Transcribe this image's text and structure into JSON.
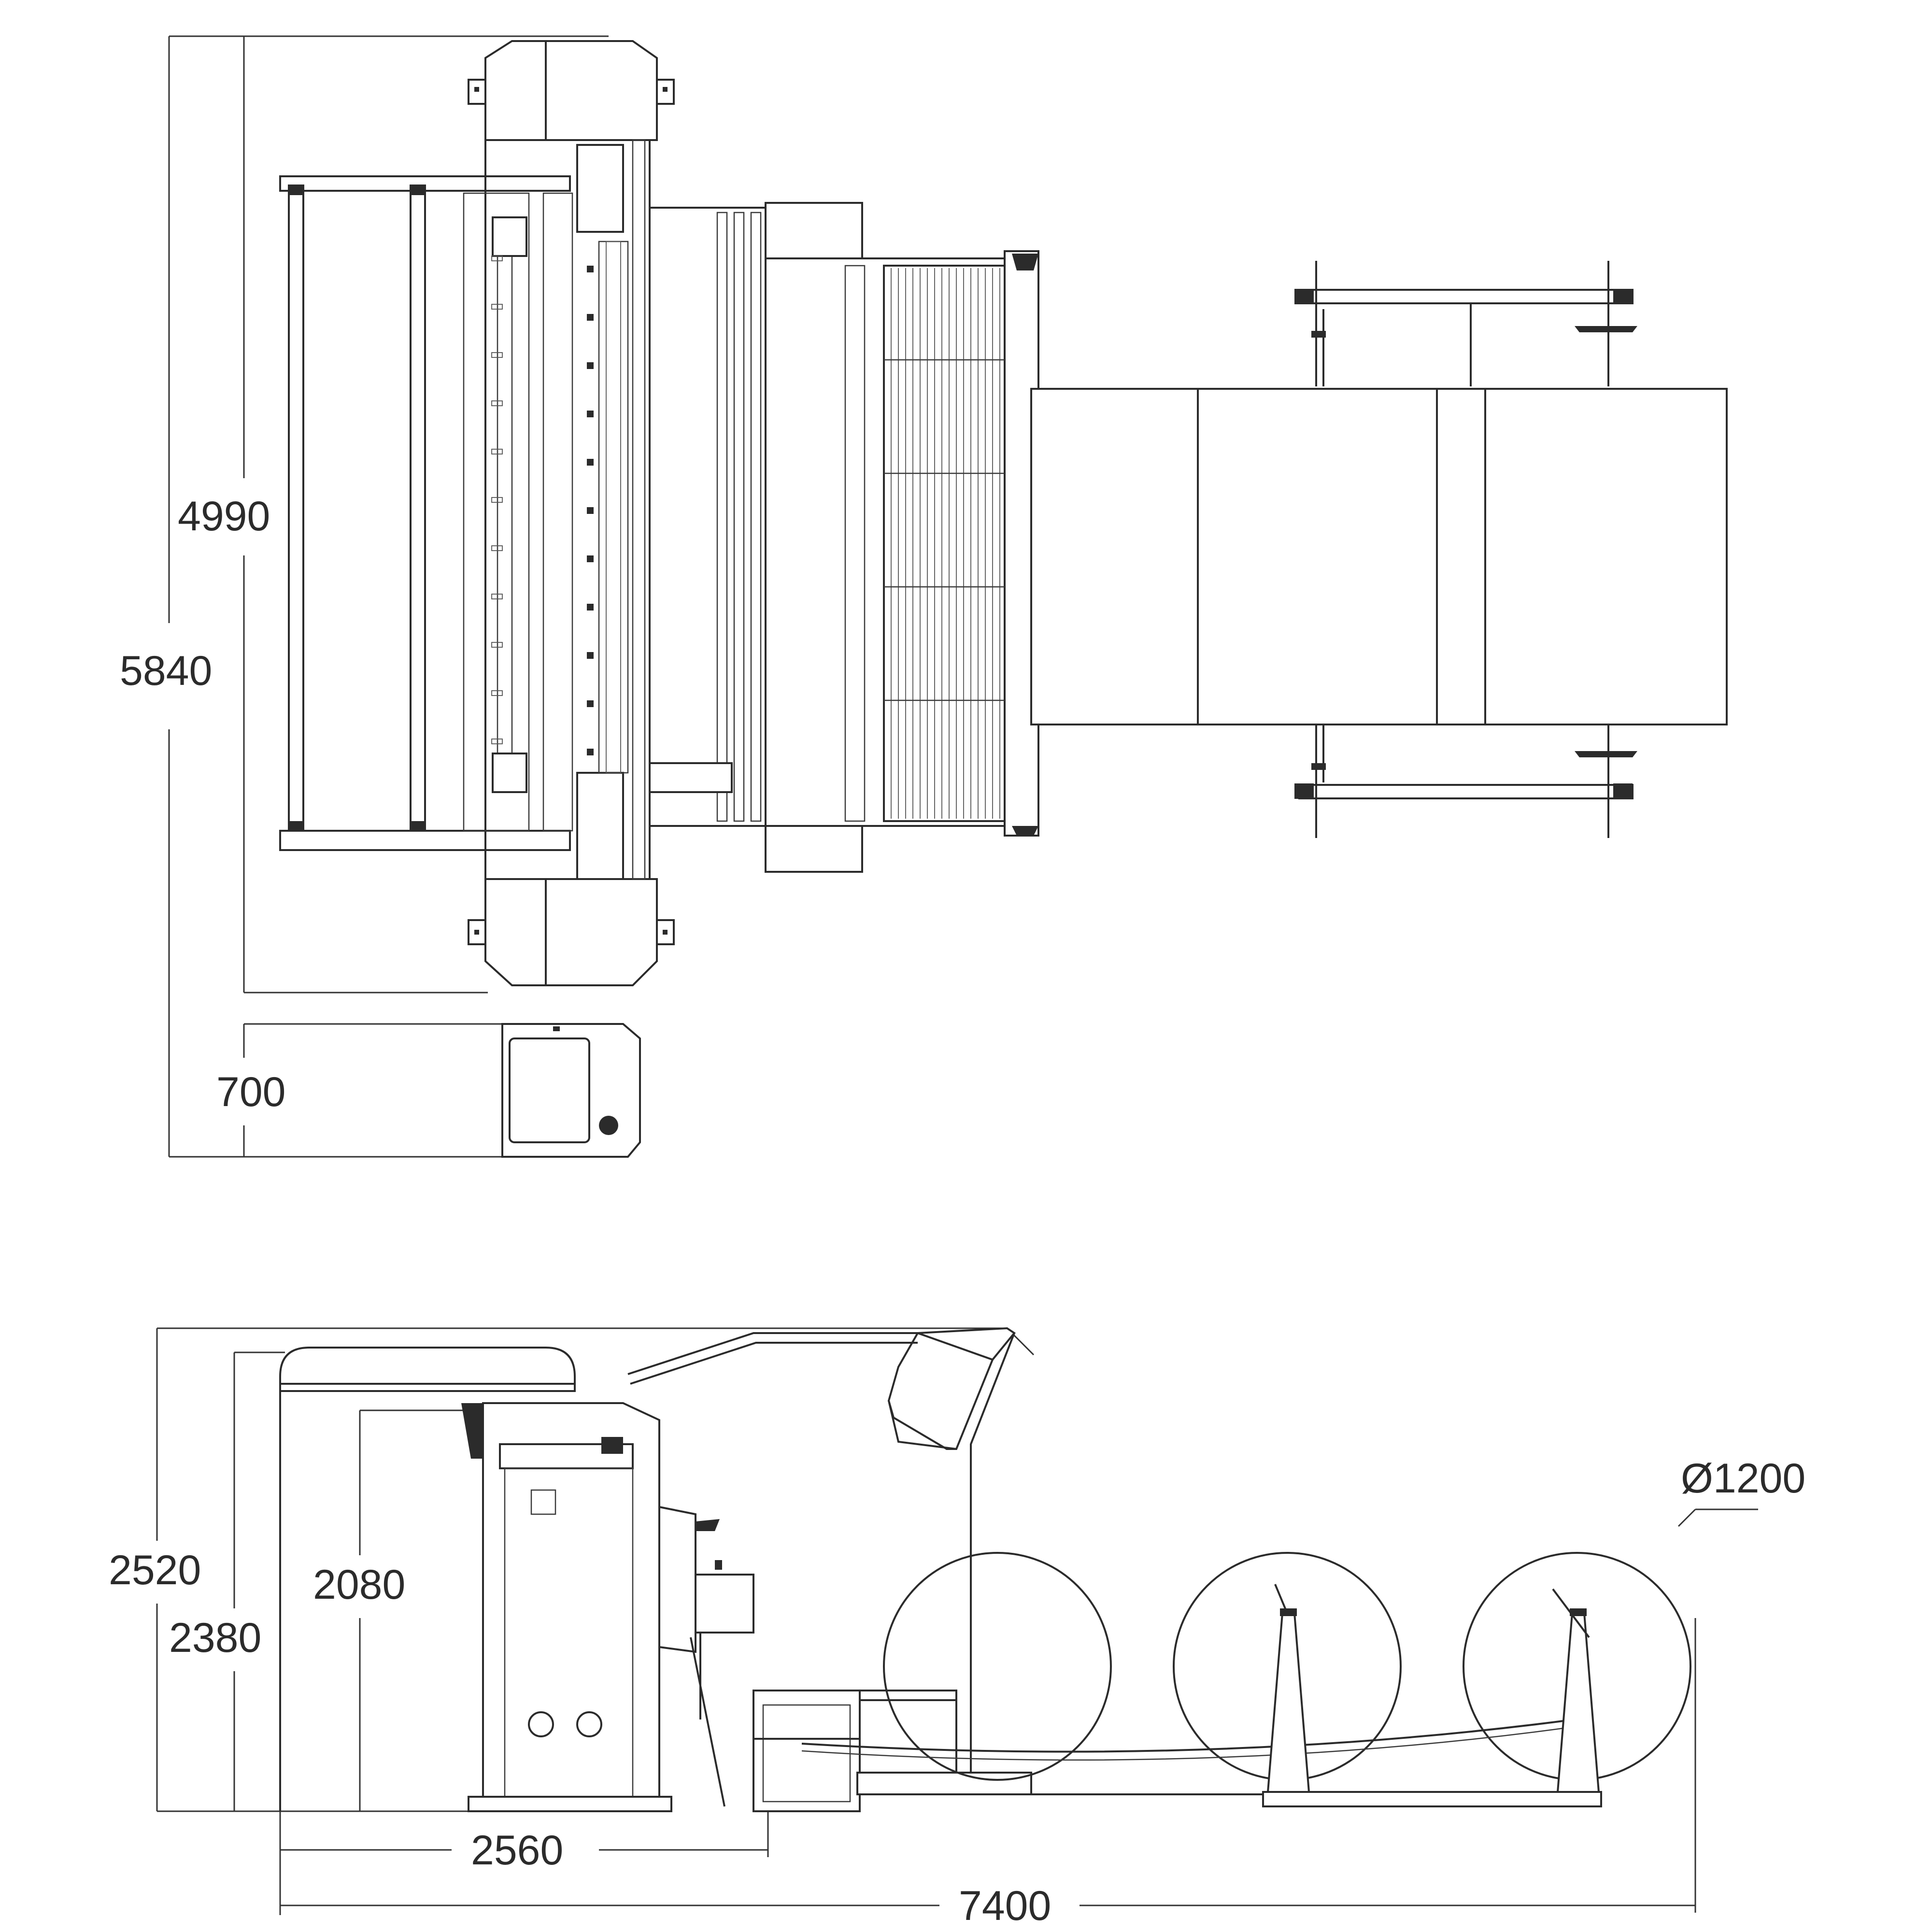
{
  "plan_view": {
    "dimensions": {
      "total_height": "5840",
      "machine_height": "4990",
      "panel_depth": "700"
    }
  },
  "side_view": {
    "dimensions": {
      "overall_height": "2520",
      "frame_height": "2380",
      "cabinet_height": "2080",
      "base_length": "2560",
      "total_length": "7400",
      "roll_diameter": "Ø1200"
    }
  },
  "colors": {
    "line": "#2b2b2b",
    "background": "#ffffff"
  }
}
